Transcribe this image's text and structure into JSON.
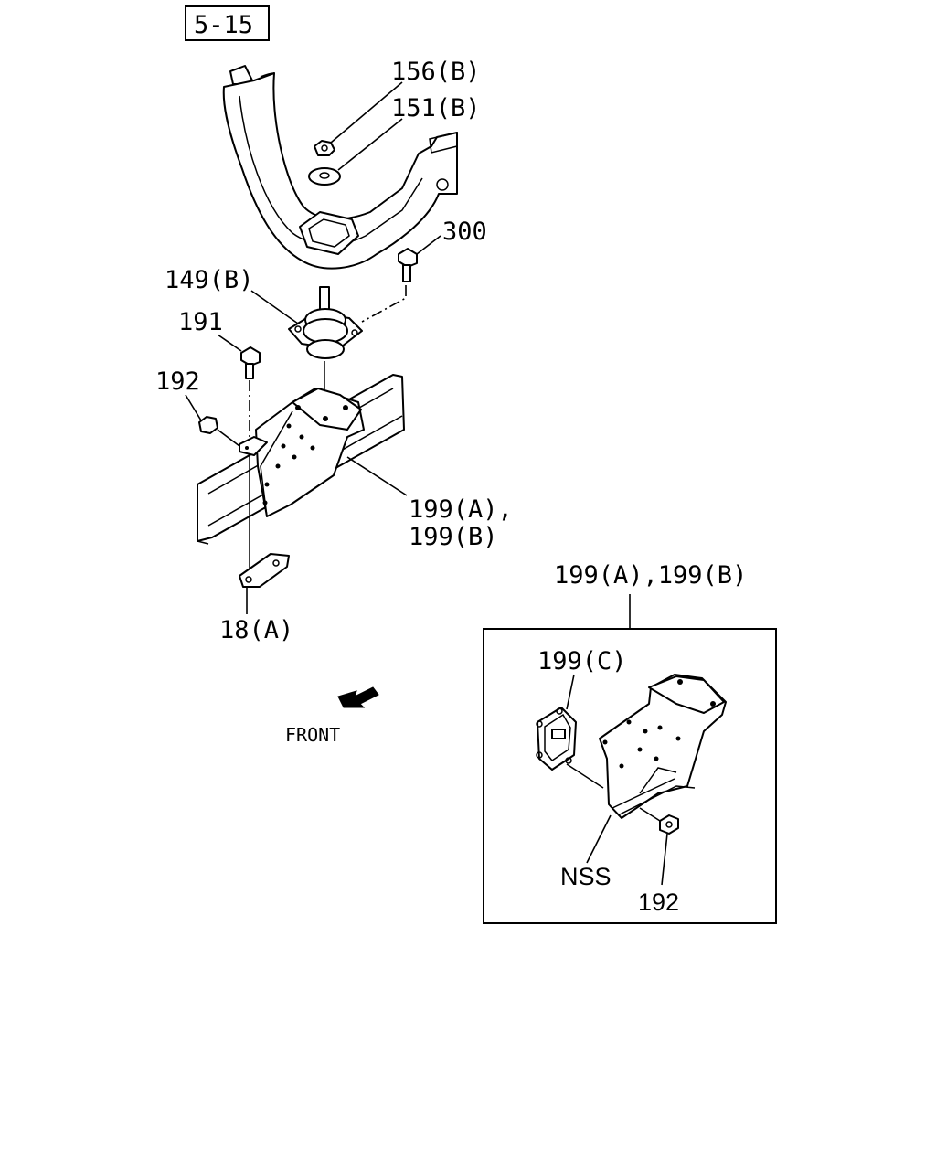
{
  "diagram": {
    "ref_box": "5-15",
    "callouts": {
      "p156b": "156(B)",
      "p151b": "151(B)",
      "p300": "300",
      "p149b": "149(B)",
      "p191": "191",
      "p192": "192",
      "p199ab_line1": "199(A),",
      "p199ab_line2": "199(B)",
      "p18a": "18(A)",
      "front": "FRONT"
    },
    "inset": {
      "title": "199(A),199(B)",
      "p199c": "199(C)",
      "nss": "NSS",
      "p192": "192"
    }
  }
}
